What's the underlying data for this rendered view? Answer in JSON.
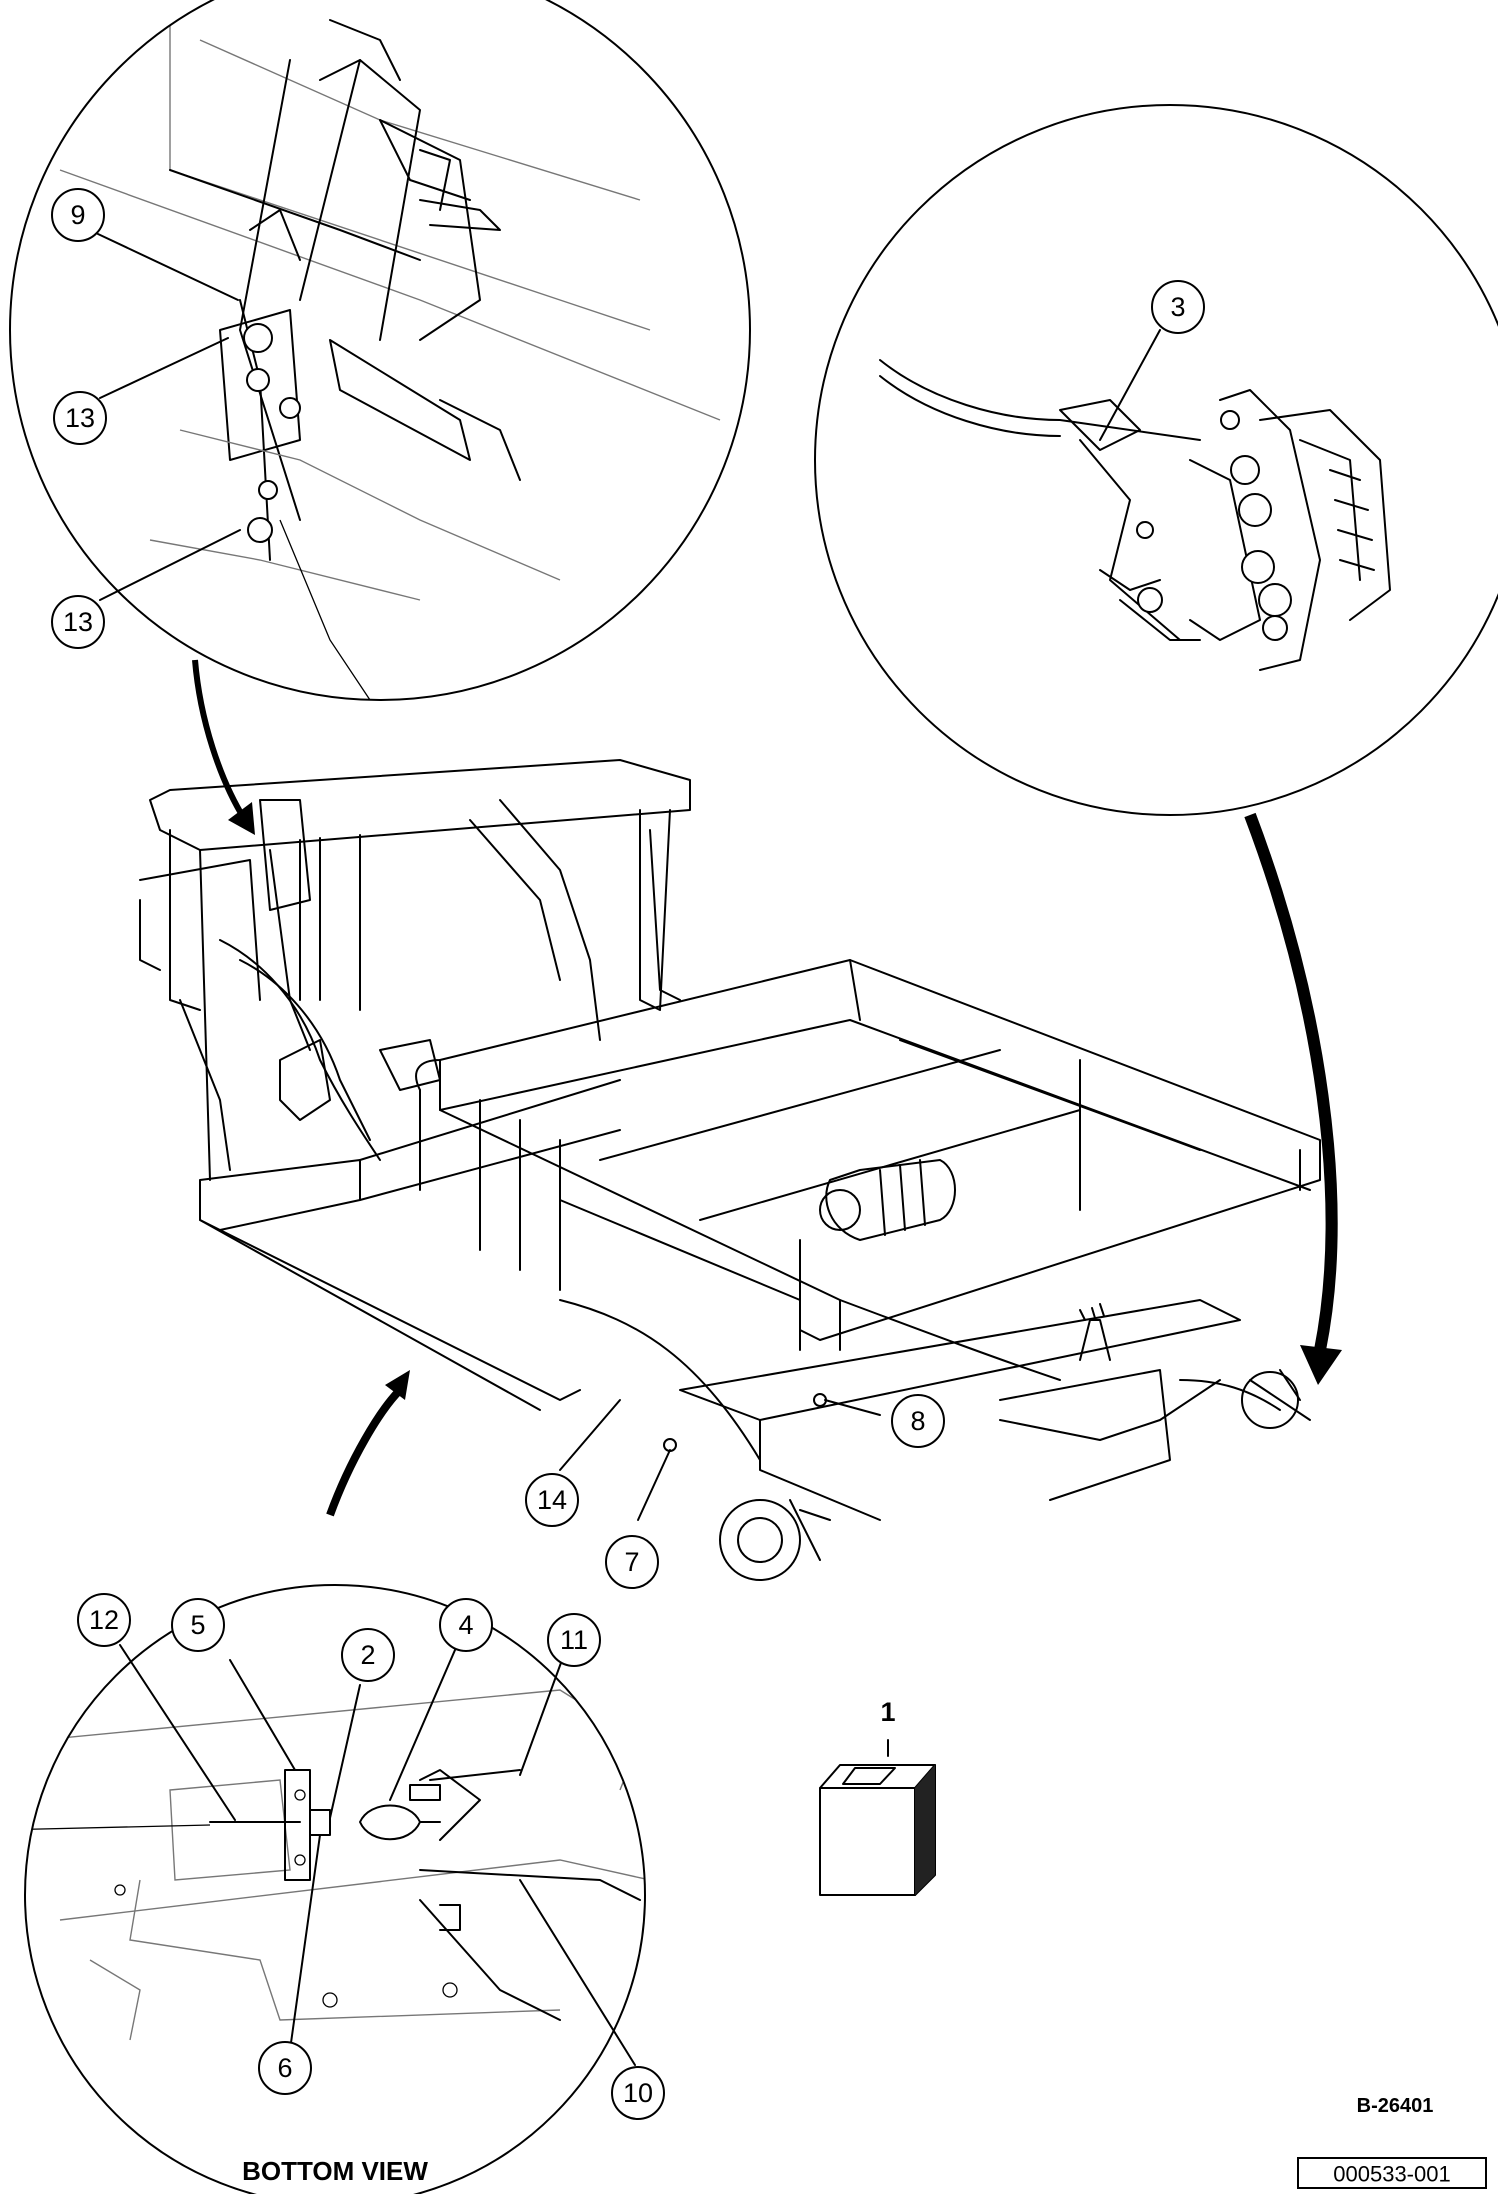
{
  "callouts": {
    "c9": "9",
    "c13a": "13",
    "c13b": "13",
    "c3": "3",
    "c8": "8",
    "c14": "14",
    "c7": "7",
    "c12": "12",
    "c5": "5",
    "c2": "2",
    "c4": "4",
    "c11": "11",
    "c6": "6",
    "c10": "10",
    "c1": "1"
  },
  "captions": {
    "bottom_view": "BOTTOM VIEW",
    "figure_id": "B-26401",
    "part_number": "000533-001"
  },
  "colors": {
    "line": "#000000",
    "background": "#ffffff",
    "shade": "#777777"
  }
}
